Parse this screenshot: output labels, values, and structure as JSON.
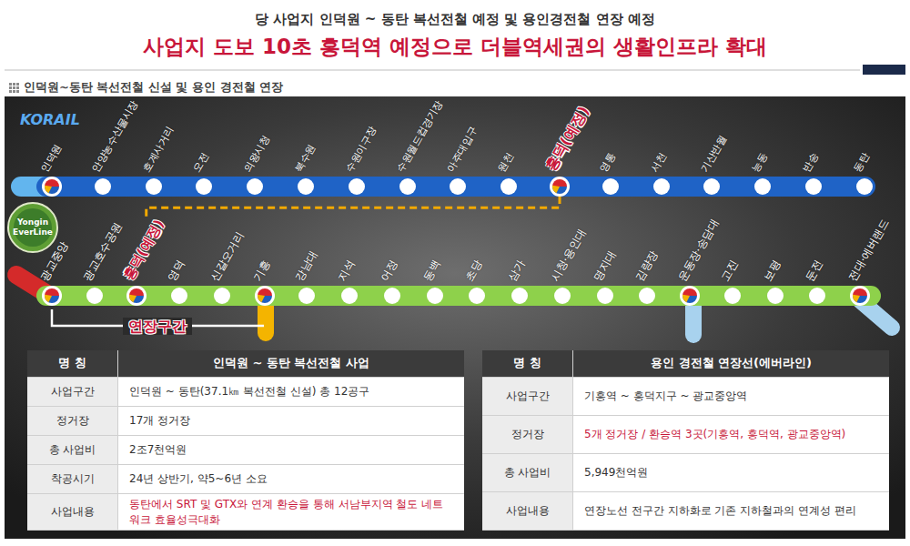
{
  "diagram": {
    "title": "사업지 도보 10초 흥덕역 예정으로 더블역세권의 생활인프라 확대",
    "nodes": [
      {
        "text": [
          "인덕원"
        ]
      },
      {
        "text": [
          "안양농수산물시장"
        ]
      },
      {
        "text": [
          "호계사거리"
        ]
      },
      {
        "text": [
          "오전"
        ]
      },
      {
        "text": [
          "의왕시청"
        ]
      },
      {
        "text": [
          "북수원"
        ]
      },
      {
        "text": [
          "수원이구장"
        ]
      },
      {
        "text": [
          "수원월드컵경기장"
        ]
      },
      {
        "text": [
          "아주대입구"
        ]
      },
      {
        "text": [
          "원천"
        ]
      },
      {
        "text": [
          "흥덕(예정)"
        ]
      },
      {
        "text": [
          "영통"
        ]
      },
      {
        "text": [
          "서천"
        ]
      },
      {
        "text": [
          "기산반월"
        ]
      },
      {
        "text": [
          "능동"
        ]
      },
      {
        "text": [
          "반송"
        ]
      },
      {
        "text": [
          "동탄"
        ]
      },
      {
        "text": [
          "광교중앙"
        ]
      },
      {
        "text": [
          "광교호수공원"
        ]
      },
      {
        "text": [
          "흥덕(예정)"
        ]
      },
      {
        "text": [
          "영덕"
        ]
      },
      {
        "text": [
          "신갈오거리"
        ]
      },
      {
        "text": [
          "기흥"
        ]
      },
      {
        "text": [
          "강남대"
        ]
      },
      {
        "text": [
          "지석"
        ]
      },
      {
        "text": [
          "어정"
        ]
      },
      {
        "text": [
          "동백"
        ]
      },
      {
        "text": [
          "초당"
        ]
      },
      {
        "text": [
          "삼가"
        ]
      },
      {
        "text": [
          "시청·용인대"
        ]
      },
      {
        "text": [
          "명지대"
        ]
      },
      {
        "text": [
          "김량장"
        ]
      },
      {
        "text": [
          "운동장·송담대"
        ]
      },
      {
        "text": [
          "고진"
        ]
      },
      {
        "text": [
          "보평"
        ]
      },
      {
        "text": [
          "둔전"
        ]
      },
      {
        "text": [
          "전대·에버랜드"
        ]
      }
    ],
    "edges": [
      {
        "from": 10,
        "to": 19,
        "arrow": "none"
      }
    ],
    "labels": [
      "당 사업지 인덕원 ~ 동탄 복선전철 예정 및 용인경전철 연장 예정",
      "인덕원~동탄 복선전철 신설 및 용인 경전철 연장",
      "KORAIL",
      "Yongin EverLine",
      "연장구간",
      "명 칭",
      "인덕원 ~ 동탄 복선전철 사업",
      "사업구간",
      "인덕원 ~ 동탄(37.1㎞ 복선전철 신설) 총 12공구",
      "정거장",
      "17개 정거장",
      "총 사업비",
      "2조7천억원",
      "착공시기",
      "24년 상반기, 약5~6년 소요",
      "사업내용",
      "동탄에서 SRT 및 GTX와 연계 환승을 통해 서남부지역 철도 네트워크 효율성극대화",
      "명 칭",
      "용인 경전철 연장선(에버라인)",
      "사업구간",
      "기흥역 ~ 흥덕지구 ~ 광교중앙역",
      "정거장",
      "5개 정거장 / 환승역 3곳(기흥역, 흥덕역, 광교중앙역)",
      "총 사업비",
      "5,949천억원",
      "사업내용",
      "연장노선 전구간 지하화로 기존 지하철과의 연계성 편리"
    ]
  }
}
